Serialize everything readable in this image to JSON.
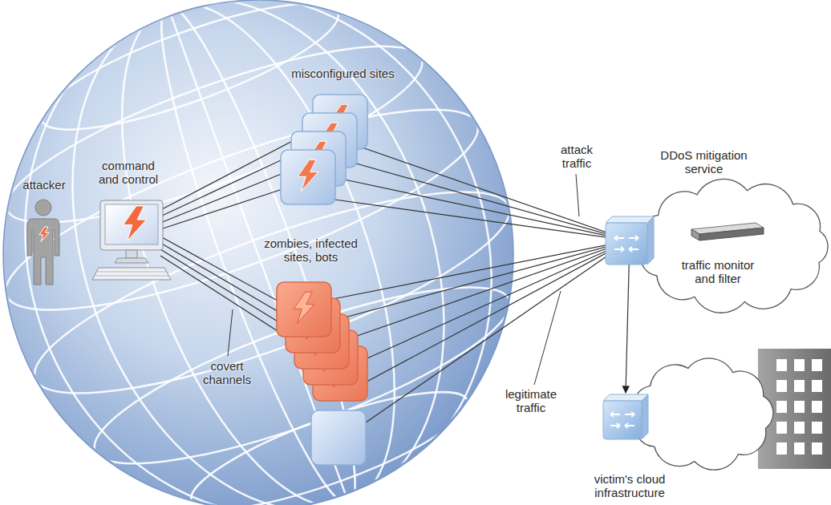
{
  "diagram": {
    "nodes": [
      {
        "text": [
          "attacker"
        ]
      },
      {
        "text": [
          "command and control"
        ]
      },
      {
        "text": [
          "misconfigured sites"
        ]
      },
      {
        "text": [
          "zombies, infected sites, bots"
        ]
      },
      {
        "text": [
          "DDoS mitigation service",
          "traffic monitor and filter"
        ]
      },
      {
        "text": [
          "victim's cloud infrastructure"
        ]
      }
    ],
    "edges": [
      {
        "from": 1,
        "to": 2,
        "arrow": "none"
      },
      {
        "from": 1,
        "to": 3,
        "arrow": "none"
      },
      {
        "from": 2,
        "to": 4,
        "arrow": "none"
      },
      {
        "from": 3,
        "to": 4,
        "arrow": "none"
      },
      {
        "from": 4,
        "to": 5,
        "arrow": "to"
      }
    ],
    "labels": [
      "attack traffic",
      "legitimate traffic",
      "covert channels"
    ]
  }
}
